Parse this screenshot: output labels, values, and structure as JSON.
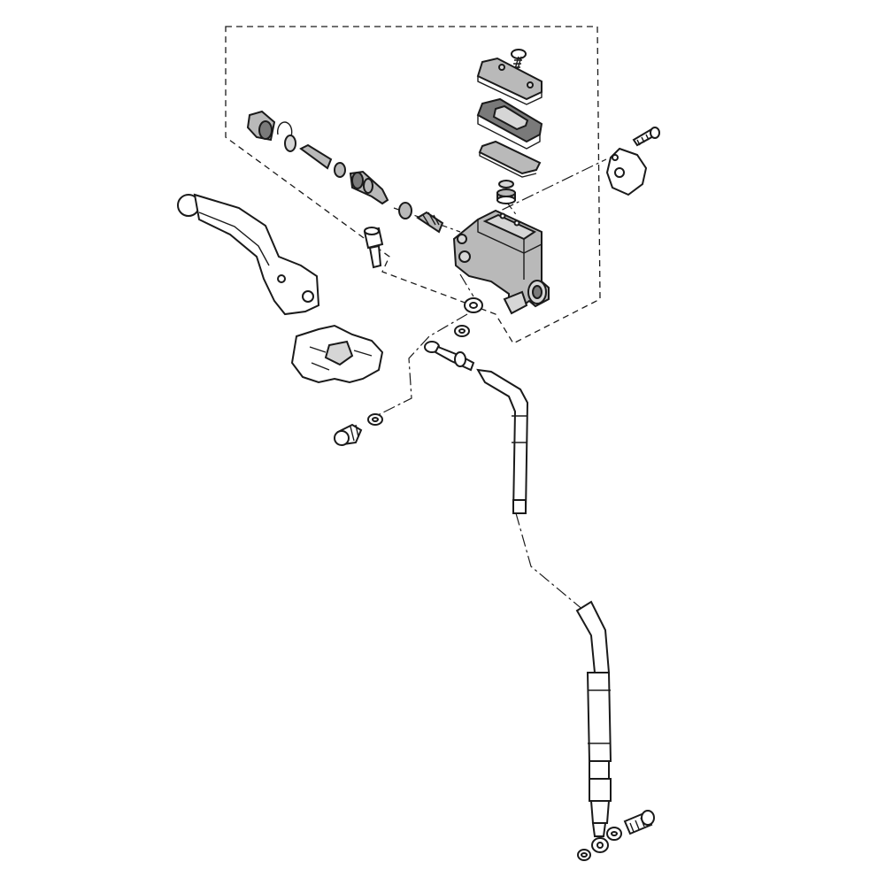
{
  "diagram": {
    "colors": {
      "line": "#1a1a1a",
      "highlight_fill": "#b9b9b9",
      "highlight_light": "#d6d6d6",
      "highlight_dark": "#7a7a7a",
      "background": "#ffffff"
    },
    "parts": [
      {
        "name": "reservoir-screw",
        "highlighted": true
      },
      {
        "name": "reservoir-cap",
        "highlighted": true
      },
      {
        "name": "cap-plate",
        "highlighted": true
      },
      {
        "name": "diaphragm",
        "highlighted": true
      },
      {
        "name": "float-cap",
        "highlighted": true
      },
      {
        "name": "master-cylinder-body",
        "highlighted": true
      },
      {
        "name": "piston-kit",
        "highlighted": true
      },
      {
        "name": "dust-boot",
        "highlighted": true
      },
      {
        "name": "circlip",
        "highlighted": true
      },
      {
        "name": "spring",
        "highlighted": true
      },
      {
        "name": "pivot-bolt",
        "highlighted": false
      },
      {
        "name": "brake-lever",
        "highlighted": false
      },
      {
        "name": "handlebar-clamp",
        "highlighted": false
      },
      {
        "name": "clamp-bolt",
        "highlighted": false
      },
      {
        "name": "pivot-bushing",
        "highlighted": false
      },
      {
        "name": "banjo-bolt",
        "highlighted": false
      },
      {
        "name": "sealing-washer",
        "highlighted": false
      },
      {
        "name": "brake-hose",
        "highlighted": false
      },
      {
        "name": "hose-guide",
        "highlighted": false
      },
      {
        "name": "switch-housing",
        "highlighted": false
      }
    ]
  }
}
